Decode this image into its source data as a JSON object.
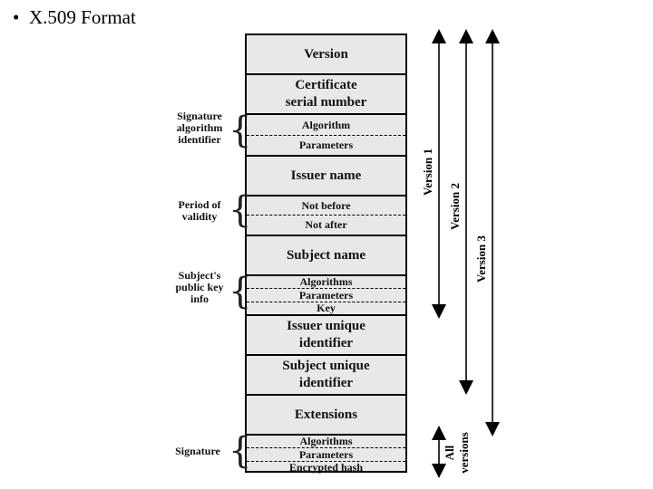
{
  "title": "X.509 Format",
  "bullet": "•",
  "fields": {
    "version": "Version",
    "serial_1": "Certificate",
    "serial_2": "serial number",
    "sig_algorithm": "Algorithm",
    "sig_parameters": "Parameters",
    "issuer_name": "Issuer name",
    "not_before": "Not before",
    "not_after": "Not after",
    "subject_name": "Subject name",
    "pk_algorithms": "Algorithms",
    "pk_parameters": "Parameters",
    "pk_key": "Key",
    "issuer_uid_1": "Issuer unique",
    "issuer_uid_2": "identifier",
    "subject_uid_1": "Subject unique",
    "subject_uid_2": "identifier",
    "extensions": "Extensions",
    "s_algorithms": "Algorithms",
    "s_parameters": "Parameters",
    "s_hash": "Encrypted hash"
  },
  "side_labels": {
    "sig_alg_id_1": "Signature",
    "sig_alg_id_2": "algorithm",
    "sig_alg_id_3": "identifier",
    "validity_1": "Period of",
    "validity_2": "validity",
    "pubkey_1": "Subject's",
    "pubkey_2": "public key",
    "pubkey_3": "info",
    "signature": "Signature"
  },
  "versions": {
    "v1": "Version 1",
    "v2": "Version 2",
    "v3": "Version 3",
    "all_1": "All",
    "all_2": "versions"
  }
}
